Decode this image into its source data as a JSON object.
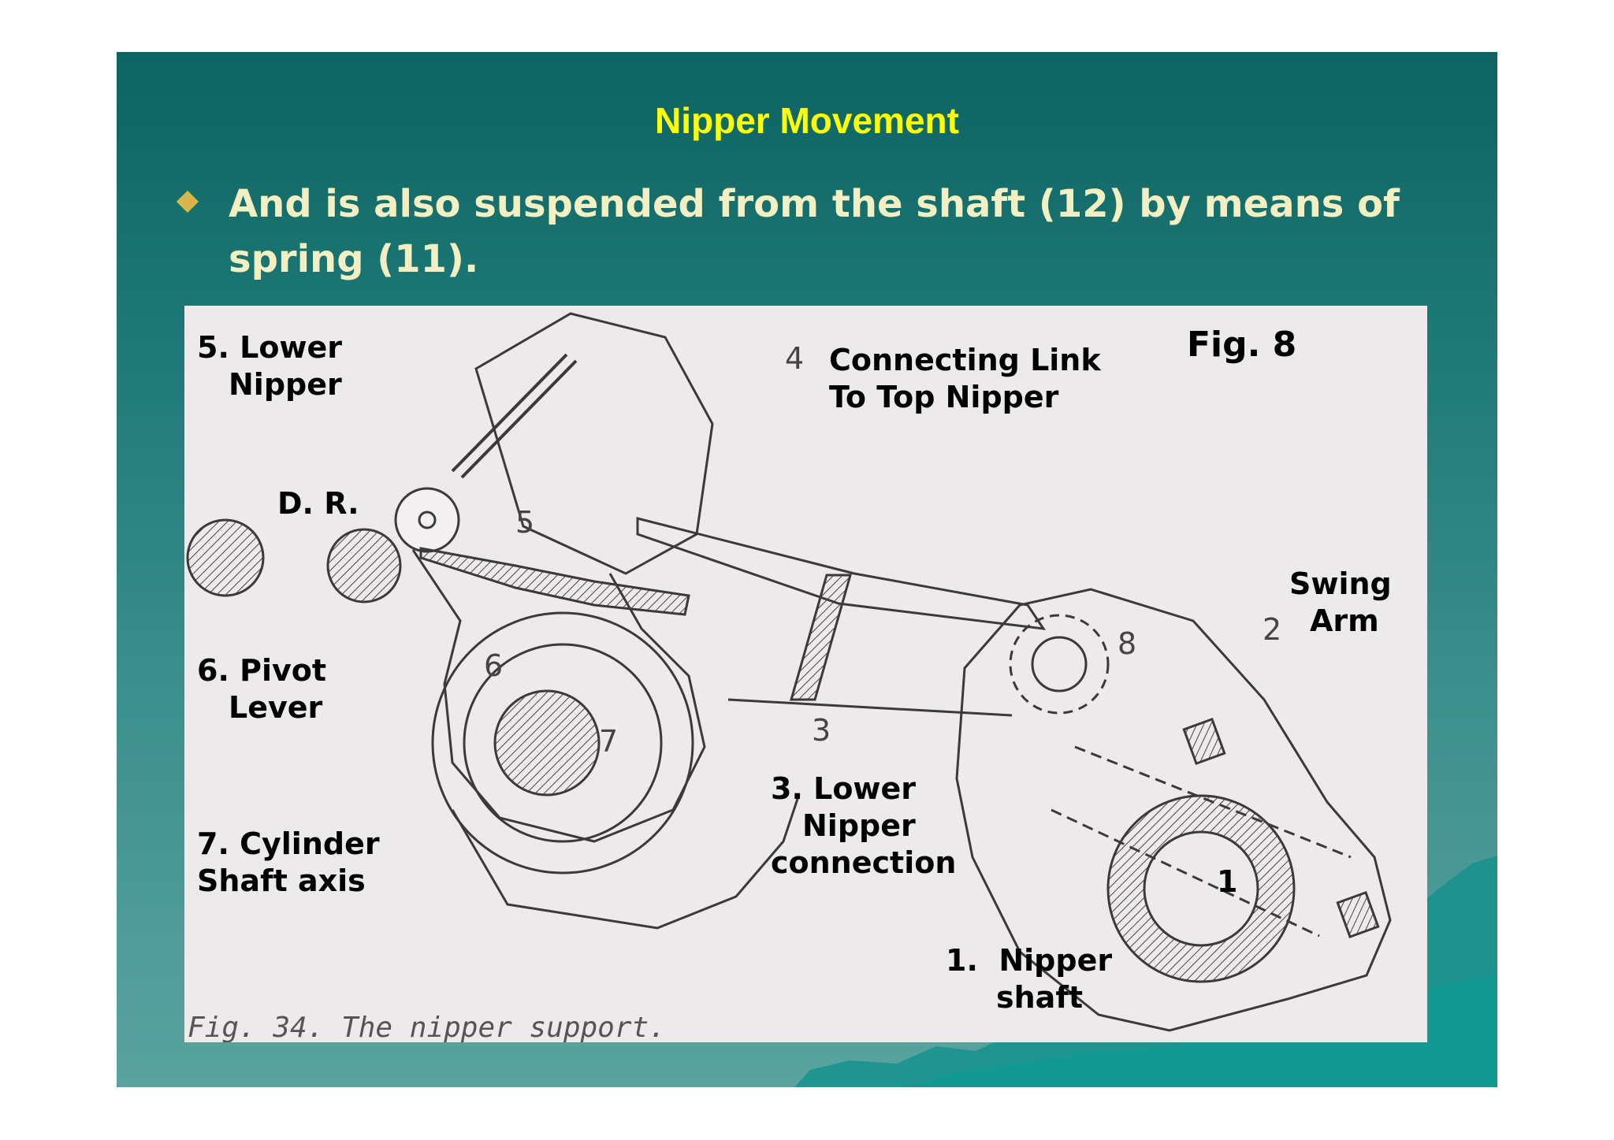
{
  "slide": {
    "title": "Nipper Movement",
    "bullet": "And is also suspended from the shaft (12) by means of spring (11)."
  },
  "figure": {
    "fig_label": "Fig. 8",
    "caption": "Fig. 34. The nipper support.",
    "labels": {
      "lower_nipper": [
        "5. Lower",
        "Nipper"
      ],
      "dr": "D. R.",
      "pivot_lever": [
        "6. Pivot",
        "Lever"
      ],
      "cylinder_shaft": [
        "7. Cylinder",
        "Shaft axis"
      ],
      "connecting_link": [
        "Connecting Link",
        "To Top Nipper"
      ],
      "lower_nipper_connection": [
        "3. Lower",
        "Nipper",
        "connection"
      ],
      "nipper_shaft": [
        "1.  Nipper",
        "shaft"
      ],
      "swing_arm": [
        "Swing",
        "Arm"
      ]
    },
    "part_numbers": [
      "1",
      "2",
      "3",
      "4",
      "5",
      "6",
      "7",
      "8"
    ]
  },
  "colors": {
    "slide_top": "#0d6462",
    "slide_bottom": "#5aa39f",
    "title": "#ffff00",
    "bullet_text": "#f2f0c2",
    "bullet_marker": "#d6b64a",
    "figure_bg": "#eceaea"
  }
}
